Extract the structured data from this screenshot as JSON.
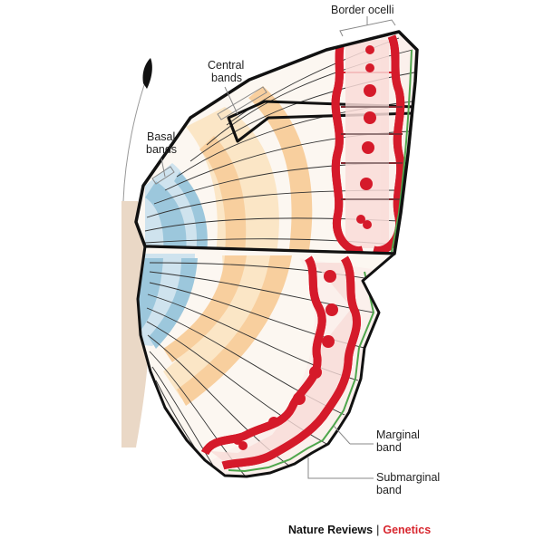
{
  "labels": {
    "border_ocelli": "Border ocelli",
    "central_bands": [
      "Central",
      "bands"
    ],
    "basal_bands": [
      "Basal",
      "bands"
    ],
    "marginal_band": [
      "Marginal",
      "band"
    ],
    "submarginal_band": [
      "Submarginal",
      "band"
    ]
  },
  "credit": {
    "publication": "Nature Reviews",
    "separator": "|",
    "journal": "Genetics"
  },
  "colors": {
    "ocelli_red": "#d51a2a",
    "ocelli_fill": "#f9dcd8",
    "central_band": "#f8cf9e",
    "basal_band": "#9cc7dc",
    "marginal_green": "#4fa64c",
    "body": "#ead8c6",
    "outline": "#111111"
  }
}
